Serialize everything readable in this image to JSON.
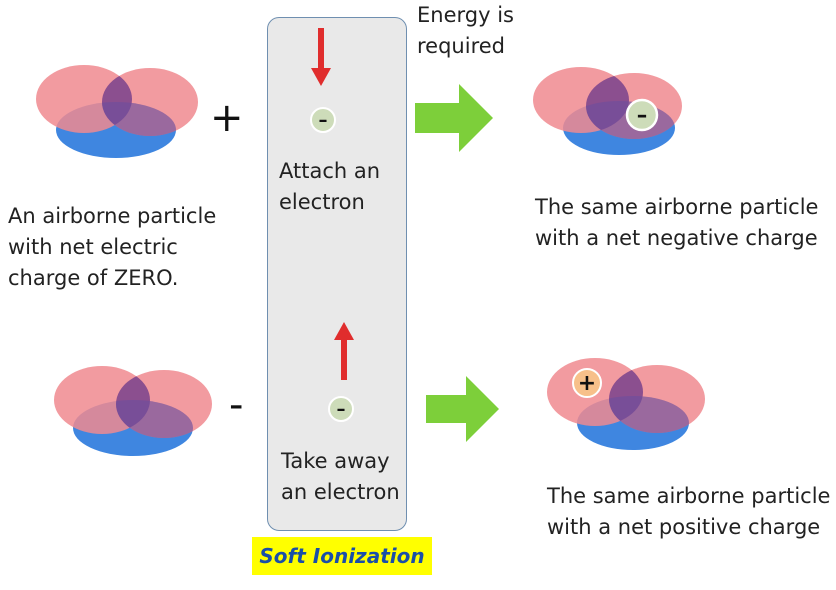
{
  "energy_note": "Energy is\nrequired",
  "neutral_caption": "An airborne particle\nwith net electric\ncharge of ZERO.",
  "attach_label": "Attach an\nelectron",
  "remove_label": "Take away\nan electron",
  "negative_caption": "The same airborne particle\nwith a net negative charge",
  "positive_caption": "The same airborne particle\nwith a net positive charge",
  "plus_operator": "+",
  "minus_operator": "-",
  "soft_ionization": "Soft Ionization",
  "electron_symbol": "–",
  "positive_symbol": "+",
  "colors": {
    "lobe_pink": "#f08a8f",
    "lobe_blue": "#3f86e0",
    "overlap_purple": "#8b4f8f",
    "arrow_red": "#e02d2d",
    "arrow_green": "#7dcf3a",
    "electron_fill": "#cddcb9",
    "hole_fill": "#f7c08a",
    "highlight_yellow": "#ffff00",
    "label_blue": "#1a4fa8"
  }
}
